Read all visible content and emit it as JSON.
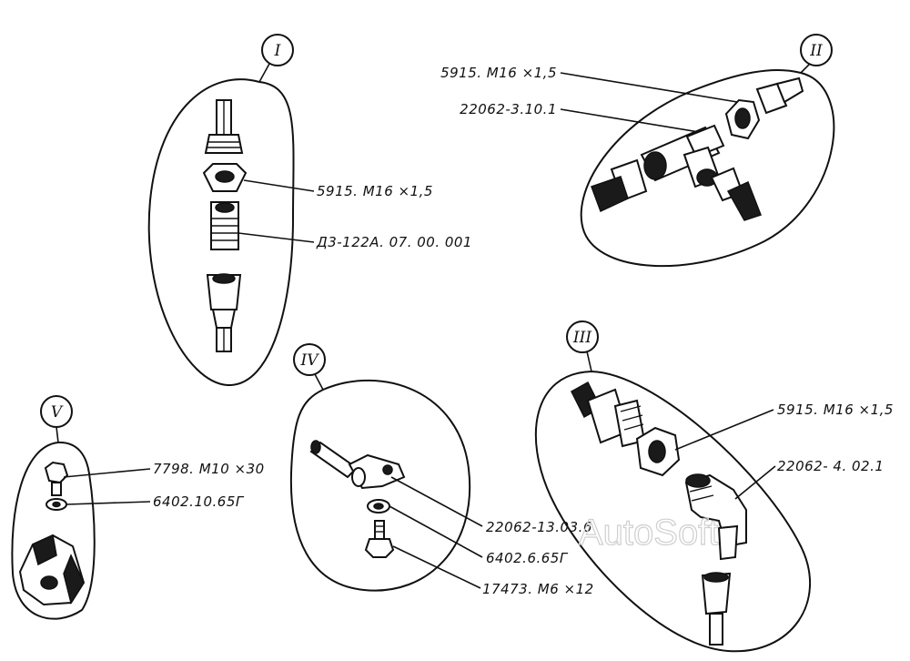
{
  "groups": [
    {
      "id": "I",
      "roman": "I",
      "callouts": [
        {
          "text": "5915. M16 ×1,5"
        },
        {
          "text": "Д3-122А. 07. 00. 001"
        }
      ]
    },
    {
      "id": "II",
      "roman": "II",
      "callouts": [
        {
          "text": "5915. M16 ×1,5"
        },
        {
          "text": "22062-3.10.1"
        }
      ]
    },
    {
      "id": "III",
      "roman": "III",
      "callouts": [
        {
          "text": "5915. M16 ×1,5"
        },
        {
          "text": "22062- 4. 02.1"
        }
      ]
    },
    {
      "id": "IV",
      "roman": "IV",
      "callouts": [
        {
          "text": "22062-13.03.6"
        },
        {
          "text": "6402.6.65Г"
        },
        {
          "text": "17473. M6 ×12"
        }
      ]
    },
    {
      "id": "V",
      "roman": "V",
      "callouts": [
        {
          "text": "7798. M10 ×30"
        },
        {
          "text": "6402.10.65Г"
        }
      ]
    }
  ],
  "watermark": "AutoSoft"
}
